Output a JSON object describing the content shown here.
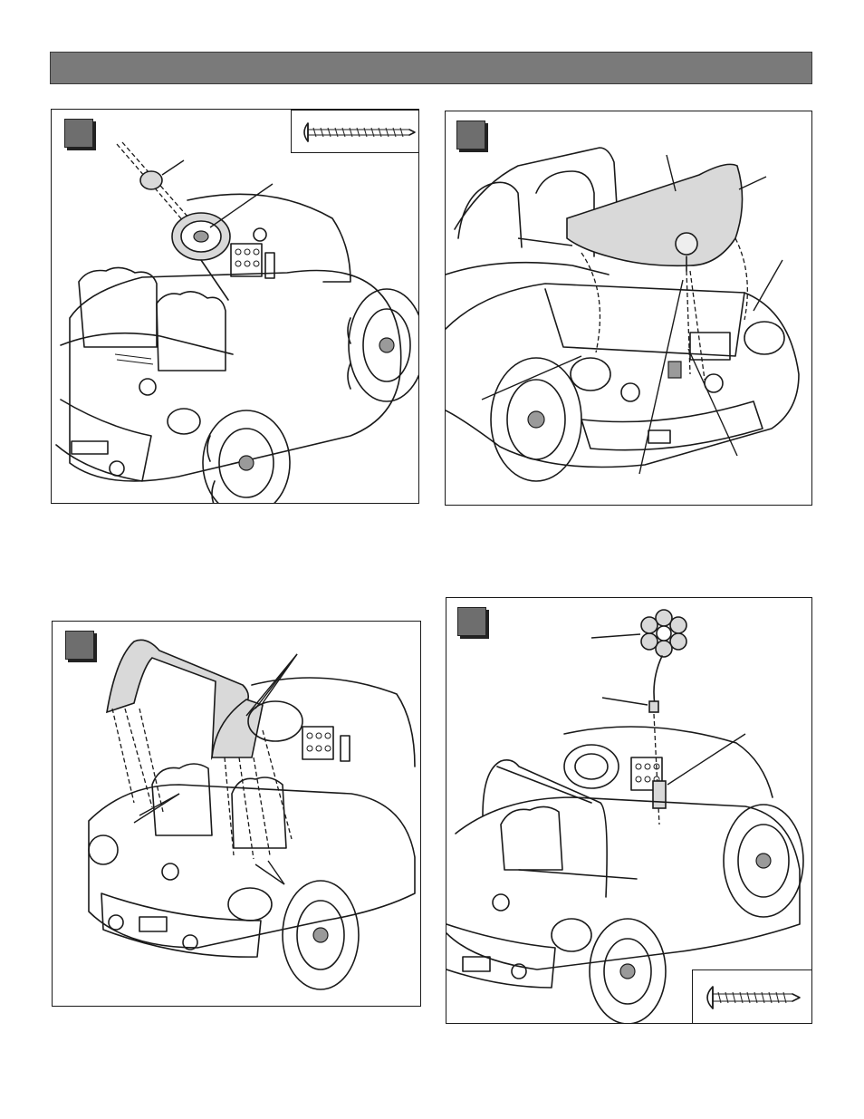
{
  "page": {
    "header_bar_text": ""
  },
  "panels": [
    {
      "id": "step-a",
      "badge_label": "",
      "hardware": "screw"
    },
    {
      "id": "step-b",
      "badge_label": ""
    },
    {
      "id": "step-c",
      "badge_label": ""
    },
    {
      "id": "step-d",
      "badge_label": "",
      "hardware": "screw"
    }
  ],
  "colors": {
    "header_bar": "#7a7a7a",
    "badge": "#6e6e6e",
    "part_fill": "#d9d9d9",
    "line": "#1a1a1a"
  },
  "icons": [
    "screw-icon",
    "steering-wheel-icon",
    "hood-icon",
    "roll-bar-icon",
    "flower-icon",
    "car-illustration"
  ]
}
